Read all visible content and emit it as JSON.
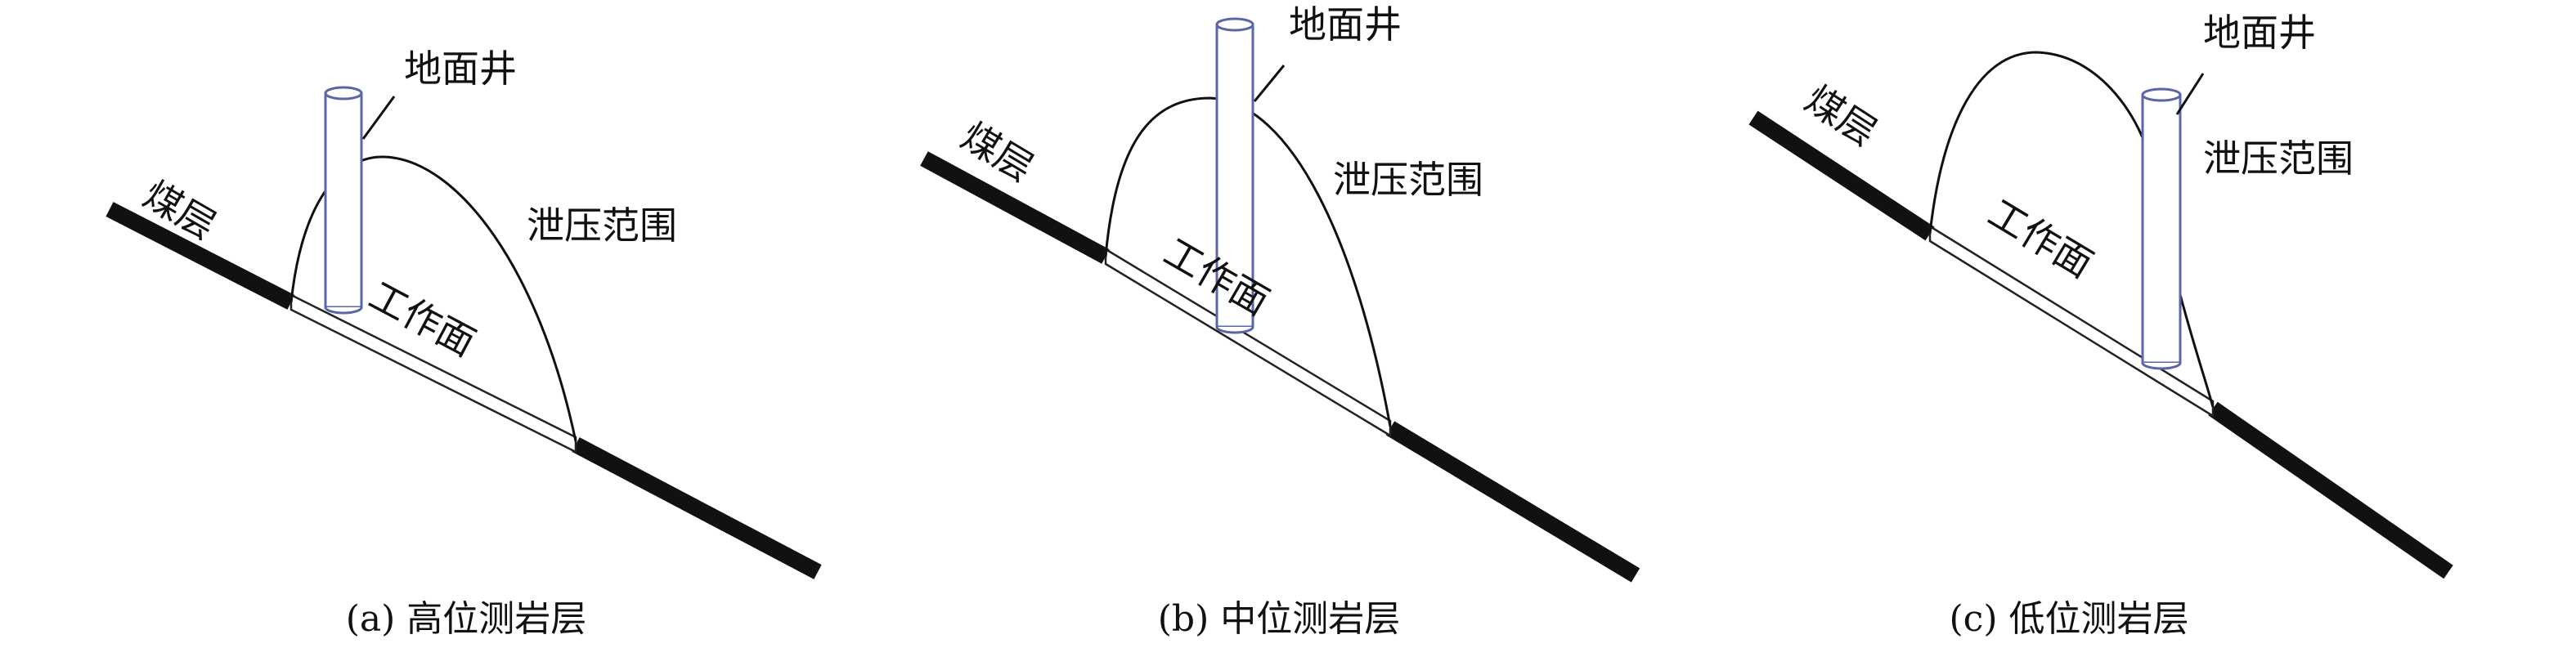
{
  "panels": [
    {
      "caption": "(a) 高位测岩层",
      "coal_label": "煤层",
      "face_label": "工作面",
      "well_label": "地面井",
      "zone_label": "泄压范围"
    },
    {
      "caption": "(b) 中位测岩层",
      "coal_label": "煤层",
      "face_label": "工作面",
      "well_label": "地面井",
      "zone_label": "泄压范围"
    },
    {
      "caption": "(c) 低位测岩层",
      "coal_label": "煤层",
      "face_label": "工作面",
      "well_label": "地面井",
      "zone_label": "泄压范围"
    }
  ]
}
